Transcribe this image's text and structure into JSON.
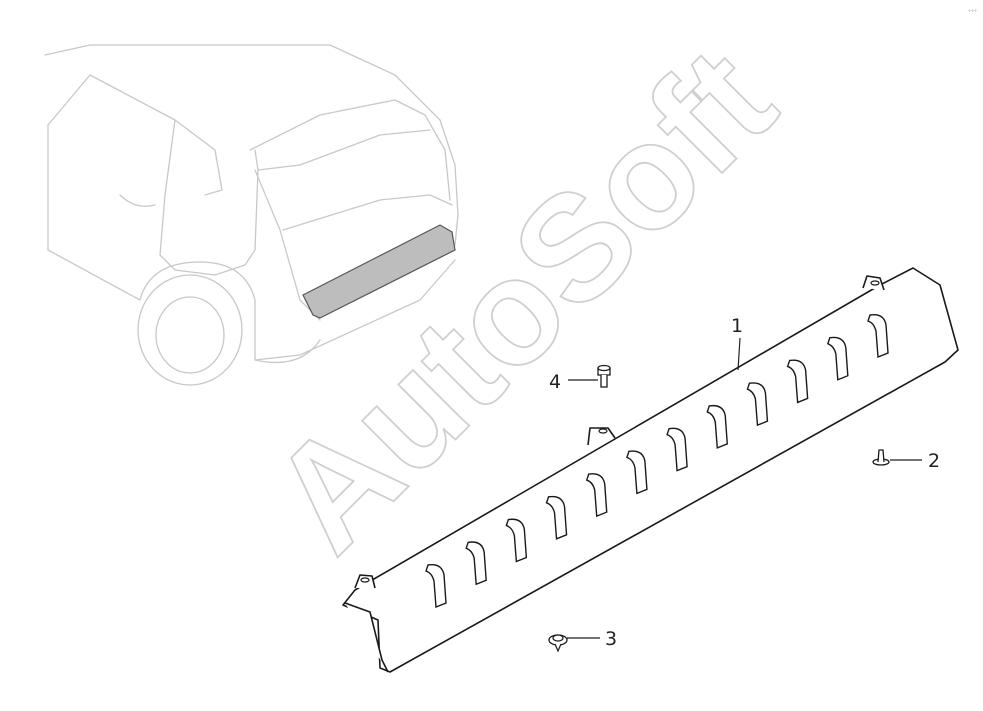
{
  "watermark": "AutoSoft",
  "callouts": [
    {
      "id": "1",
      "label": "1"
    },
    {
      "id": "2",
      "label": "2"
    },
    {
      "id": "3",
      "label": "3"
    },
    {
      "id": "4",
      "label": "4"
    }
  ],
  "colors": {
    "line": "#1a1a1a",
    "car_outline": "#c8c8c8",
    "highlight": "#bdbdbd",
    "watermark": "#cfcfcf"
  }
}
